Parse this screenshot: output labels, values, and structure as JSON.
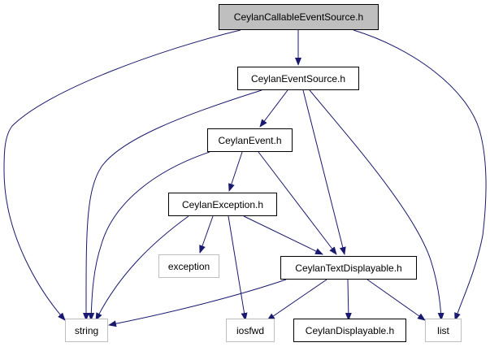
{
  "diagram": {
    "nodes": {
      "ceylan_callable_event_source": {
        "label": "CeylanCallableEventSource.h",
        "kind": "current"
      },
      "ceylan_event_source": {
        "label": "CeylanEventSource.h",
        "kind": "header"
      },
      "ceylan_event": {
        "label": "CeylanEvent.h",
        "kind": "header"
      },
      "ceylan_exception": {
        "label": "CeylanException.h",
        "kind": "header"
      },
      "exception": {
        "label": "exception",
        "kind": "external"
      },
      "ceylan_text_displayable": {
        "label": "CeylanTextDisplayable.h",
        "kind": "header"
      },
      "string": {
        "label": "string",
        "kind": "external"
      },
      "iosfwd": {
        "label": "iosfwd",
        "kind": "external"
      },
      "ceylan_displayable": {
        "label": "CeylanDisplayable.h",
        "kind": "header"
      },
      "list": {
        "label": "list",
        "kind": "external"
      }
    },
    "edges": [
      {
        "from": "ceylan_callable_event_source",
        "to": "ceylan_event_source"
      },
      {
        "from": "ceylan_callable_event_source",
        "to": "string"
      },
      {
        "from": "ceylan_callable_event_source",
        "to": "list"
      },
      {
        "from": "ceylan_event_source",
        "to": "ceylan_event"
      },
      {
        "from": "ceylan_event_source",
        "to": "string"
      },
      {
        "from": "ceylan_event_source",
        "to": "ceylan_text_displayable"
      },
      {
        "from": "ceylan_event_source",
        "to": "list"
      },
      {
        "from": "ceylan_event",
        "to": "ceylan_exception"
      },
      {
        "from": "ceylan_event",
        "to": "string"
      },
      {
        "from": "ceylan_event",
        "to": "ceylan_text_displayable"
      },
      {
        "from": "ceylan_exception",
        "to": "exception"
      },
      {
        "from": "ceylan_exception",
        "to": "string"
      },
      {
        "from": "ceylan_exception",
        "to": "iosfwd"
      },
      {
        "from": "ceylan_exception",
        "to": "ceylan_text_displayable"
      },
      {
        "from": "ceylan_text_displayable",
        "to": "string"
      },
      {
        "from": "ceylan_text_displayable",
        "to": "iosfwd"
      },
      {
        "from": "ceylan_text_displayable",
        "to": "ceylan_displayable"
      },
      {
        "from": "ceylan_text_displayable",
        "to": "list"
      }
    ],
    "colors": {
      "edge": "#191970",
      "node_border": "#000000",
      "external_border": "#bfbfbf",
      "current_fill": "#bfbfbf"
    }
  }
}
